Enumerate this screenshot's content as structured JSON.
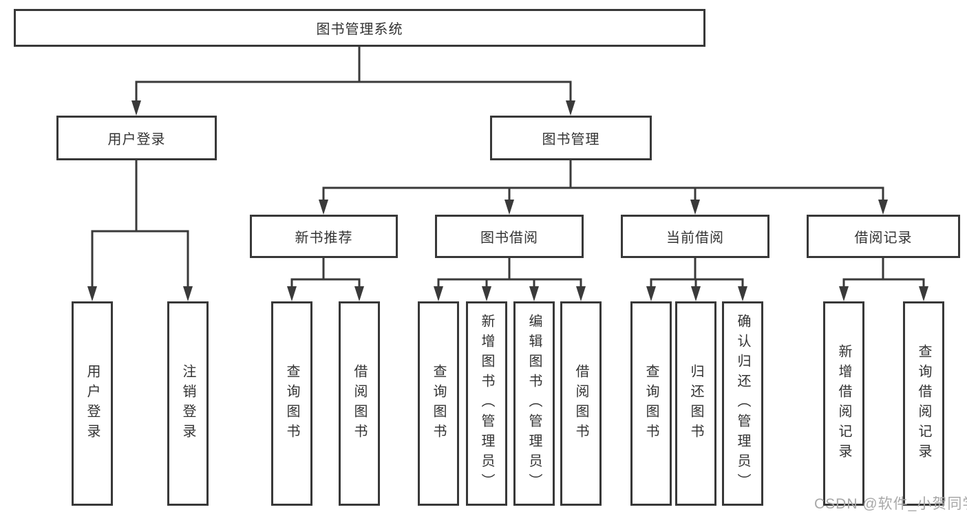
{
  "diagram": {
    "root": {
      "label": "图书管理系统"
    },
    "level1": [
      {
        "label": "用户登录"
      },
      {
        "label": "图书管理"
      }
    ],
    "level2": [
      {
        "label": "新书推荐"
      },
      {
        "label": "图书借阅"
      },
      {
        "label": "当前借阅"
      },
      {
        "label": "借阅记录"
      }
    ],
    "leaves": [
      {
        "parent": "用户登录",
        "label": "用户登录"
      },
      {
        "parent": "用户登录",
        "label": "注销登录"
      },
      {
        "parent": "新书推荐",
        "label": "查询图书"
      },
      {
        "parent": "新书推荐",
        "label": "借阅图书"
      },
      {
        "parent": "图书借阅",
        "label": "查询图书"
      },
      {
        "parent": "图书借阅",
        "label": "新增图书（管理员）"
      },
      {
        "parent": "图书借阅",
        "label": "编辑图书（管理员）"
      },
      {
        "parent": "图书借阅",
        "label": "借阅图书"
      },
      {
        "parent": "当前借阅",
        "label": "查询图书"
      },
      {
        "parent": "当前借阅",
        "label": "归还图书"
      },
      {
        "parent": "当前借阅",
        "label": "确认归还（管理员）"
      },
      {
        "parent": "借阅记录",
        "label": "新增借阅记录"
      },
      {
        "parent": "借阅记录",
        "label": "查询借阅记录"
      }
    ],
    "colors": {
      "line": "#3a3a3a",
      "box_border": "#383838",
      "text": "#333333",
      "background": "#ffffff",
      "watermark": "#a8a8a8"
    }
  },
  "watermark": {
    "text": "CSDN @软件_小贺同学"
  }
}
